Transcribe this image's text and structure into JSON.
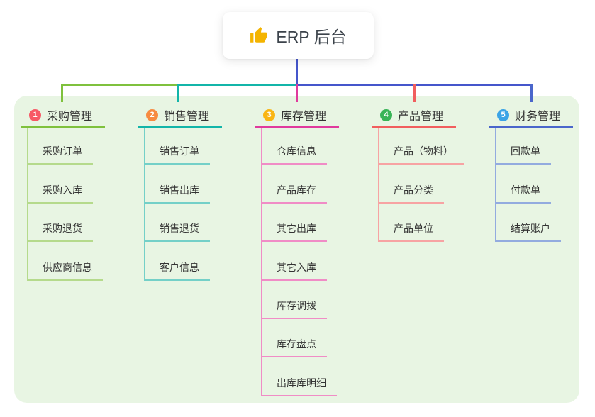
{
  "canvas": {
    "background": "#ffffff",
    "panel_color": "#e8f5e3"
  },
  "connector": {
    "color": "#4556cb"
  },
  "root": {
    "icon": "thumbs-up",
    "icon_color": "#f4b400",
    "label": "ERP 后台"
  },
  "branches": [
    {
      "badge": "1",
      "badge_color": "#f75966",
      "line_color": "#7fc13d",
      "child_line_color": "#b5da8c",
      "label": "采购管理",
      "children": [
        "采购订单",
        "采购入库",
        "采购退货",
        "供应商信息"
      ]
    },
    {
      "badge": "2",
      "badge_color": "#f78b41",
      "line_color": "#13b5a9",
      "child_line_color": "#74d0c8",
      "label": "销售管理",
      "children": [
        "销售订单",
        "销售出库",
        "销售退货",
        "客户信息"
      ]
    },
    {
      "badge": "3",
      "badge_color": "#f9b513",
      "line_color": "#e03a9d",
      "child_line_color": "#f08cc6",
      "label": "库存管理",
      "children": [
        "仓库信息",
        "产品库存",
        "其它出库",
        "其它入库",
        "库存调拨",
        "库存盘点",
        "出库库明细"
      ]
    },
    {
      "badge": "4",
      "badge_color": "#39b457",
      "line_color": "#f15e5e",
      "child_line_color": "#f7a3a3",
      "label": "产品管理",
      "children": [
        "产品（物料）",
        "产品分类",
        "产品单位"
      ]
    },
    {
      "badge": "5",
      "badge_color": "#3ba4e6",
      "line_color": "#4a66cb",
      "child_line_color": "#93abdf",
      "label": "财务管理",
      "children": [
        "回款单",
        "付款单",
        "结算账户"
      ]
    }
  ]
}
